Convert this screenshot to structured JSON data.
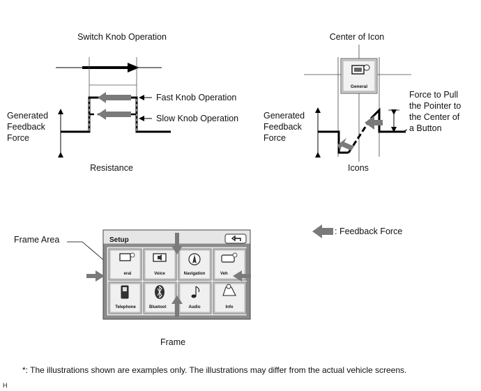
{
  "switch_knob": {
    "title": "Switch Knob Operation",
    "fast_label": "Fast Knob Operation",
    "slow_label": "Slow Knob Operation",
    "y_label_lines": [
      "Generated",
      "Feedback",
      "Force"
    ],
    "caption": "Resistance"
  },
  "center_icon": {
    "title": "Center of Icon",
    "icon_label": "General",
    "y_label_lines": [
      "Generated",
      "Feedback",
      "Force"
    ],
    "pull_label_lines": [
      "Force to Pull",
      "the Pointer to",
      "the Center of",
      "a Button"
    ],
    "caption": "Icons"
  },
  "legend": {
    "label": ": Feedback Force"
  },
  "frame": {
    "area_label": "Frame Area",
    "screen_title": "Setup",
    "back_icon": "return-arrow-icon",
    "buttons": [
      {
        "label": "eral",
        "icon": "general-icon"
      },
      {
        "label": "Voice",
        "icon": "voice-icon"
      },
      {
        "label": "Navigation",
        "icon": "navigation-icon"
      },
      {
        "label": "Veh",
        "icon": "vehicle-icon"
      },
      {
        "label": "Telephone",
        "icon": "telephone-icon"
      },
      {
        "label": "Bluetoot",
        "icon": "bluetooth-icon"
      },
      {
        "label": "Audio",
        "icon": "audio-icon"
      },
      {
        "label": "Info",
        "icon": "info-icon"
      }
    ],
    "caption": "Frame"
  },
  "note": "*: The illustrations shown are examples only. The illustrations may differ from the actual vehicle screens.",
  "corner_code": "H",
  "colors": {
    "arrow_gray": "#7a7a7a",
    "line": "#000000",
    "frame_gray": "#8a8a8a"
  }
}
